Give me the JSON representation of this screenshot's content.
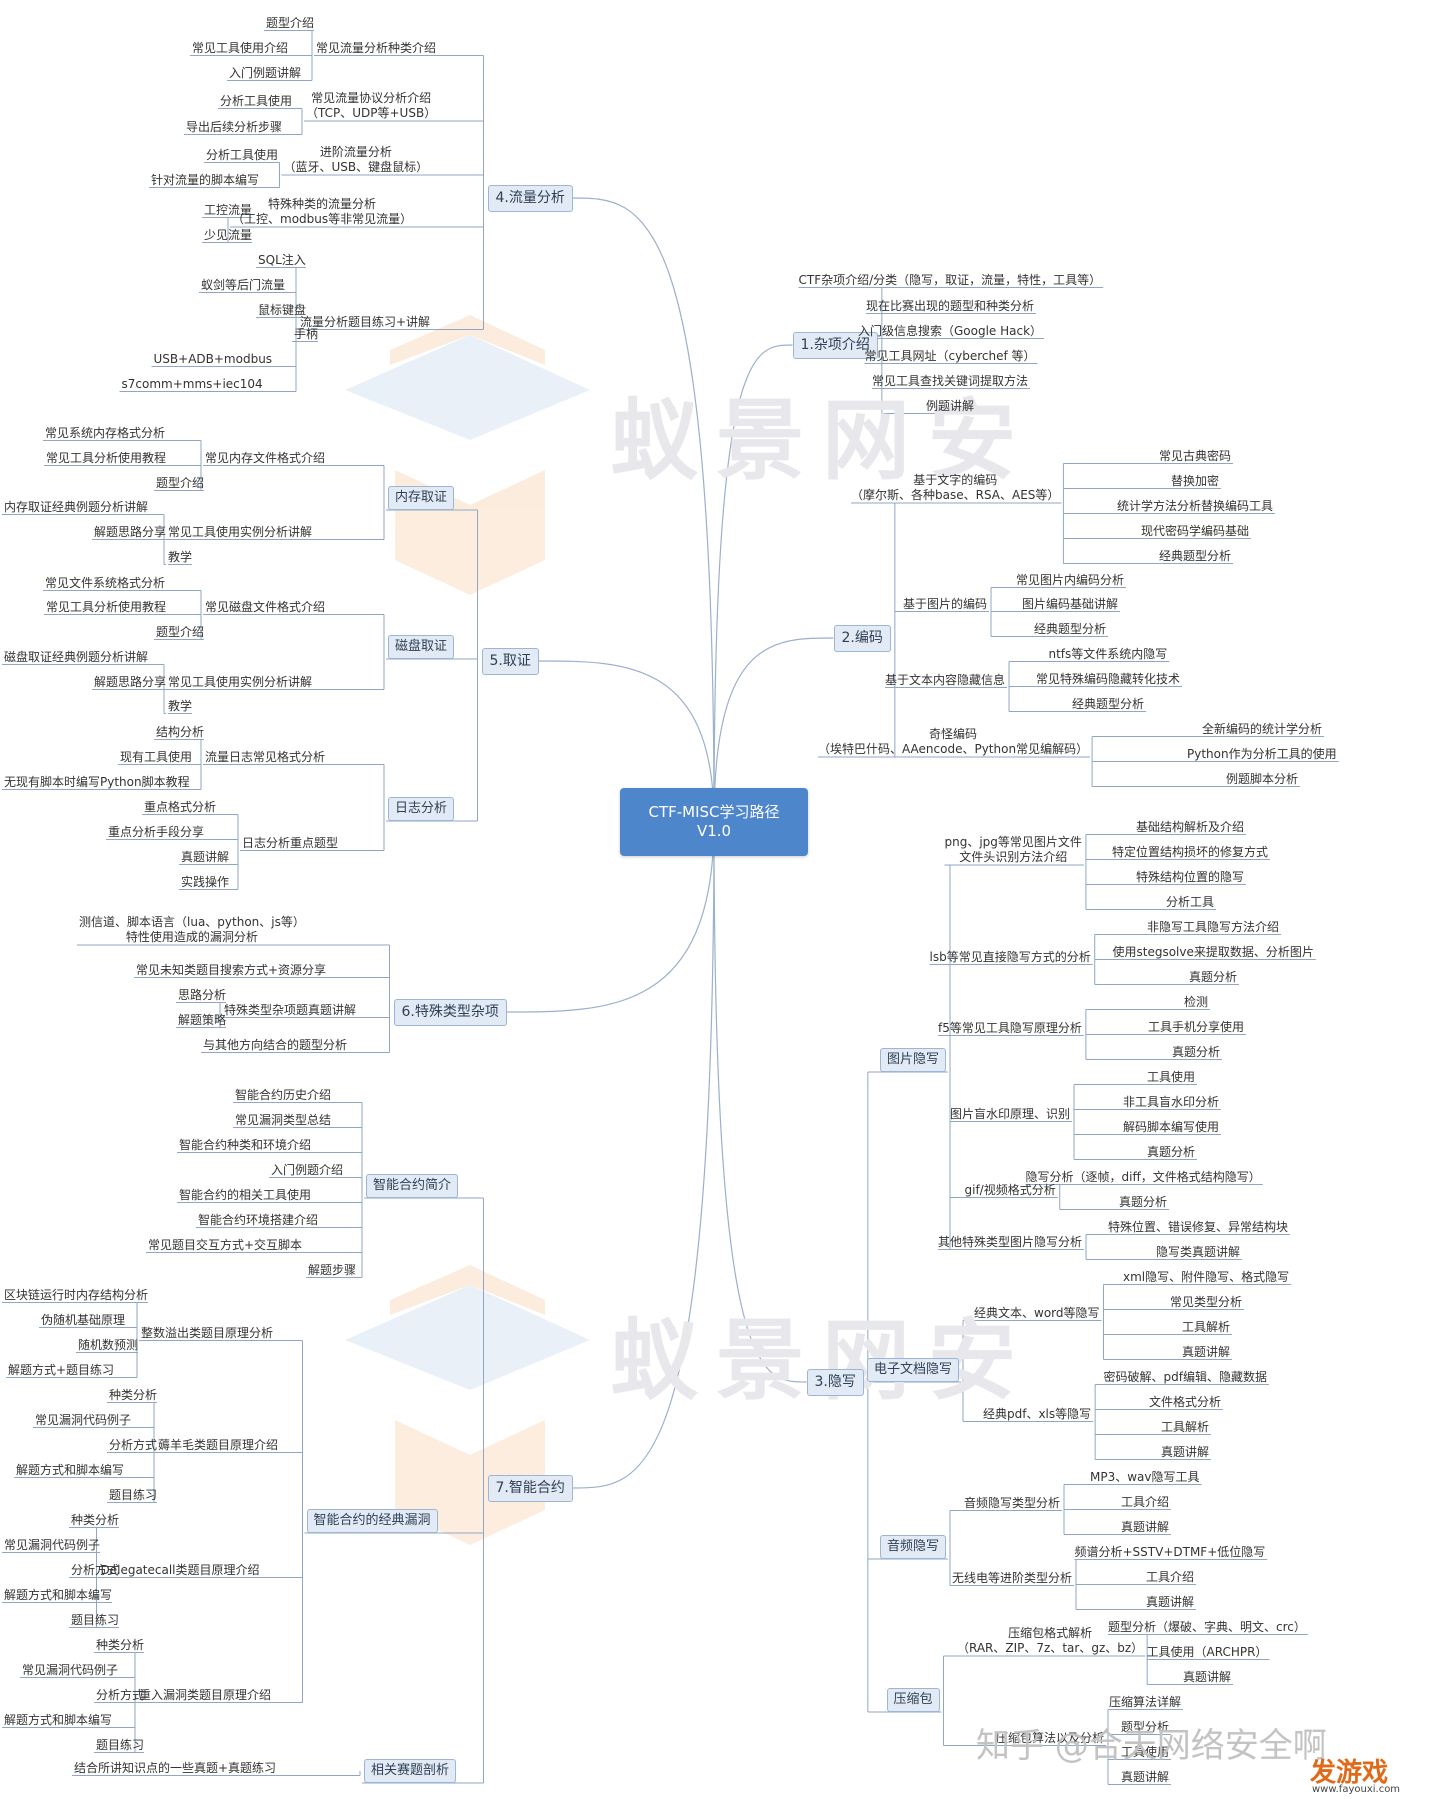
{
  "root": {
    "line1": "CTF-MISC学习路径",
    "line2": "V1.0"
  },
  "watermarks": {
    "text": "蚁景网安",
    "credit": "知乎 @合天网络安全啊",
    "site_logo": "发游戏",
    "site_url": "www.fayouxi.com"
  },
  "cats": [
    {
      "id": "c1",
      "label": "1.杂项介绍"
    },
    {
      "id": "c2",
      "label": "2.编码"
    },
    {
      "id": "c3",
      "label": "3.隐写"
    },
    {
      "id": "c4",
      "label": "4.流量分析"
    },
    {
      "id": "c5",
      "label": "5.取证"
    },
    {
      "id": "c6",
      "label": "6.特殊类型杂项"
    },
    {
      "id": "c7",
      "label": "7.智能合约"
    },
    {
      "id": "s51",
      "label": "内存取证"
    },
    {
      "id": "s52",
      "label": "磁盘取证"
    },
    {
      "id": "s53",
      "label": "日志分析"
    },
    {
      "id": "s31",
      "label": "图片隐写"
    },
    {
      "id": "s32",
      "label": "电子文档隐写"
    },
    {
      "id": "s33",
      "label": "音频隐写"
    },
    {
      "id": "s34",
      "label": "压缩包"
    },
    {
      "id": "s71",
      "label": "智能合约简介"
    },
    {
      "id": "s72",
      "label": "智能合约的经典漏洞"
    },
    {
      "id": "s73",
      "label": "相关赛题剖析"
    }
  ],
  "labels": [
    {
      "id": "a1",
      "text": "常见流量分析种类介绍"
    },
    {
      "id": "a1a",
      "text": "题型介绍"
    },
    {
      "id": "a1b",
      "text": "常见工具使用介绍"
    },
    {
      "id": "a1c",
      "text": "入门例题讲解"
    },
    {
      "id": "a2",
      "text": "常见流量协议分析介绍\n（TCP、UDP等+USB）"
    },
    {
      "id": "a2a",
      "text": "分析工具使用"
    },
    {
      "id": "a2b",
      "text": "导出后续分析步骤"
    },
    {
      "id": "a3",
      "text": "进阶流量分析\n（蓝牙、USB、键盘鼠标）"
    },
    {
      "id": "a3a",
      "text": "分析工具使用"
    },
    {
      "id": "a3b",
      "text": "针对流量的脚本编写"
    },
    {
      "id": "a4",
      "text": "特殊种类的流量分析\n（工控、modbus等非常见流量）"
    },
    {
      "id": "a4a",
      "text": "工控流量"
    },
    {
      "id": "a4b",
      "text": "少见流量"
    },
    {
      "id": "a5",
      "text": "流量分析题目练习+讲解"
    },
    {
      "id": "a5a",
      "text": "SQL注入"
    },
    {
      "id": "a5b",
      "text": "蚁剑等后门流量"
    },
    {
      "id": "a5c",
      "text": "鼠标键盘"
    },
    {
      "id": "a5d",
      "text": "手柄"
    },
    {
      "id": "a5e",
      "text": "USB+ADB+modbus"
    },
    {
      "id": "a5f",
      "text": "s7comm+mms+iec104"
    },
    {
      "id": "b1",
      "text": "常见内存文件格式介绍"
    },
    {
      "id": "b1a",
      "text": "常见系统内存格式分析"
    },
    {
      "id": "b1b",
      "text": "常见工具分析使用教程"
    },
    {
      "id": "b1c",
      "text": "题型介绍"
    },
    {
      "id": "b2",
      "text": "常见工具使用实例分析讲解"
    },
    {
      "id": "b2a",
      "text": "内存取证经典例题分析讲解"
    },
    {
      "id": "b2b",
      "text": "解题思路分享"
    },
    {
      "id": "b2c",
      "text": "教学"
    },
    {
      "id": "b3",
      "text": "常见磁盘文件格式介绍"
    },
    {
      "id": "b3a",
      "text": "常见文件系统格式分析"
    },
    {
      "id": "b3b",
      "text": "常见工具分析使用教程"
    },
    {
      "id": "b3c",
      "text": "题型介绍"
    },
    {
      "id": "b4",
      "text": "常见工具使用实例分析讲解"
    },
    {
      "id": "b4a",
      "text": "磁盘取证经典例题分析讲解"
    },
    {
      "id": "b4b",
      "text": "解题思路分享"
    },
    {
      "id": "b4c",
      "text": "教学"
    },
    {
      "id": "b5",
      "text": "流量日志常见格式分析"
    },
    {
      "id": "b5a",
      "text": "结构分析"
    },
    {
      "id": "b5b",
      "text": "现有工具使用"
    },
    {
      "id": "b5c",
      "text": "无现有脚本时编写Python脚本教程"
    },
    {
      "id": "b6",
      "text": "日志分析重点题型"
    },
    {
      "id": "b6a",
      "text": "重点格式分析"
    },
    {
      "id": "b6b",
      "text": "重点分析手段分享"
    },
    {
      "id": "b6c",
      "text": "真题讲解"
    },
    {
      "id": "b6d",
      "text": "实践操作"
    },
    {
      "id": "d1",
      "text": "测信道、脚本语言（lua、python、js等）\n特性使用造成的漏洞分析"
    },
    {
      "id": "d2",
      "text": "常见未知类题目搜索方式+资源分享"
    },
    {
      "id": "d3",
      "text": "特殊类型杂项题真题讲解"
    },
    {
      "id": "d3a",
      "text": "思路分析"
    },
    {
      "id": "d3b",
      "text": "解题策略"
    },
    {
      "id": "d4",
      "text": "与其他方向结合的题型分析"
    },
    {
      "id": "e1",
      "text": "智能合约历史介绍"
    },
    {
      "id": "e2",
      "text": "常见漏洞类型总结"
    },
    {
      "id": "e3",
      "text": "智能合约种类和环境介绍"
    },
    {
      "id": "e4",
      "text": "入门例题介绍"
    },
    {
      "id": "e5",
      "text": "智能合约的相关工具使用"
    },
    {
      "id": "e6",
      "text": "智能合约环境搭建介绍"
    },
    {
      "id": "e7",
      "text": "常见题目交互方式+交互脚本"
    },
    {
      "id": "e8",
      "text": "解题步骤"
    },
    {
      "id": "f1",
      "text": "整数溢出类题目原理分析"
    },
    {
      "id": "f1a",
      "text": "区块链运行时内存结构分析"
    },
    {
      "id": "f1b",
      "text": "伪随机基础原理"
    },
    {
      "id": "f1c",
      "text": "随机数预测"
    },
    {
      "id": "f1d",
      "text": "解题方式+题目练习"
    },
    {
      "id": "f2",
      "text": "薅羊毛类题目原理介绍"
    },
    {
      "id": "f2a",
      "text": "种类分析"
    },
    {
      "id": "f2b",
      "text": "常见漏洞代码例子"
    },
    {
      "id": "f2c",
      "text": "分析方式"
    },
    {
      "id": "f2d",
      "text": "解题方式和脚本编写"
    },
    {
      "id": "f2e",
      "text": "题目练习"
    },
    {
      "id": "f3",
      "text": "Delegatecall类题目原理介绍"
    },
    {
      "id": "f3a",
      "text": "种类分析"
    },
    {
      "id": "f3b",
      "text": "常见漏洞代码例子"
    },
    {
      "id": "f3c",
      "text": "分析方式"
    },
    {
      "id": "f3d",
      "text": "解题方式和脚本编写"
    },
    {
      "id": "f3e",
      "text": "题目练习"
    },
    {
      "id": "f4",
      "text": "重入漏洞类题目原理介绍"
    },
    {
      "id": "f4a",
      "text": "种类分析"
    },
    {
      "id": "f4b",
      "text": "常见漏洞代码例子"
    },
    {
      "id": "f4c",
      "text": "分析方式"
    },
    {
      "id": "f4d",
      "text": "解题方式和脚本编写"
    },
    {
      "id": "f4e",
      "text": "题目练习"
    },
    {
      "id": "g1",
      "text": "结合所讲知识点的一些真题+真题练习"
    },
    {
      "id": "h1",
      "text": "CTF杂项介绍/分类（隐写，取证，流量，特性，工具等）"
    },
    {
      "id": "h2",
      "text": "现在比赛出现的题型和种类分析"
    },
    {
      "id": "h3",
      "text": "入门级信息搜索（Google Hack）"
    },
    {
      "id": "h4",
      "text": "常见工具网址（cyberchef 等）"
    },
    {
      "id": "h5",
      "text": "常见工具查找关键词提取方法"
    },
    {
      "id": "h6",
      "text": "例题讲解"
    },
    {
      "id": "i1",
      "text": "基于文字的编码\n（摩尔斯、各种base、RSA、AES等）"
    },
    {
      "id": "i1a",
      "text": "常见古典密码"
    },
    {
      "id": "i1b",
      "text": "替换加密"
    },
    {
      "id": "i1c",
      "text": "统计学方法分析替换编码工具"
    },
    {
      "id": "i1d",
      "text": "现代密码学编码基础"
    },
    {
      "id": "i1e",
      "text": "经典题型分析"
    },
    {
      "id": "i2",
      "text": "基于图片的编码"
    },
    {
      "id": "i2a",
      "text": "常见图片内编码分析"
    },
    {
      "id": "i2b",
      "text": "图片编码基础讲解"
    },
    {
      "id": "i2c",
      "text": "经典题型分析"
    },
    {
      "id": "i3",
      "text": "基于文本内容隐藏信息"
    },
    {
      "id": "i3a",
      "text": "ntfs等文件系统内隐写"
    },
    {
      "id": "i3b",
      "text": "常见特殊编码隐藏转化技术"
    },
    {
      "id": "i3c",
      "text": "经典题型分析"
    },
    {
      "id": "i4",
      "text": "奇怪编码\n（埃特巴什码、AAencode、Python常见编解码）"
    },
    {
      "id": "i4a",
      "text": "全新编码的统计学分析"
    },
    {
      "id": "i4b",
      "text": "Python作为分析工具的使用"
    },
    {
      "id": "i4c",
      "text": "例题脚本分析"
    },
    {
      "id": "j1",
      "text": "png、jpg等常见图片文件\n文件头识别方法介绍"
    },
    {
      "id": "j1a",
      "text": "基础结构解析及介绍"
    },
    {
      "id": "j1b",
      "text": "特定位置结构损坏的修复方式"
    },
    {
      "id": "j1c",
      "text": "特殊结构位置的隐写"
    },
    {
      "id": "j1d",
      "text": "分析工具"
    },
    {
      "id": "j2",
      "text": "lsb等常见直接隐写方式的分析"
    },
    {
      "id": "j2a",
      "text": "非隐写工具隐写方法介绍"
    },
    {
      "id": "j2b",
      "text": "使用stegsolve来提取数据、分析图片"
    },
    {
      "id": "j2c",
      "text": "真题分析"
    },
    {
      "id": "j3",
      "text": "f5等常见工具隐写原理分析"
    },
    {
      "id": "j3a",
      "text": "检测"
    },
    {
      "id": "j3b",
      "text": "工具手机分享使用"
    },
    {
      "id": "j3c",
      "text": "真题分析"
    },
    {
      "id": "j4",
      "text": "图片盲水印原理、识别"
    },
    {
      "id": "j4a",
      "text": "工具使用"
    },
    {
      "id": "j4b",
      "text": "非工具盲水印分析"
    },
    {
      "id": "j4c",
      "text": "解码脚本编写使用"
    },
    {
      "id": "j4d",
      "text": "真题分析"
    },
    {
      "id": "j5",
      "text": "gif/视频格式分析"
    },
    {
      "id": "j5a",
      "text": "隐写分析（逐帧，diff，文件格式结构隐写）"
    },
    {
      "id": "j5b",
      "text": "真题分析"
    },
    {
      "id": "j6",
      "text": "其他特殊类型图片隐写分析"
    },
    {
      "id": "j6a",
      "text": "特殊位置、错误修复、异常结构块"
    },
    {
      "id": "j6b",
      "text": "隐写类真题讲解"
    },
    {
      "id": "k1",
      "text": "经典文本、word等隐写"
    },
    {
      "id": "k1a",
      "text": "xml隐写、附件隐写、格式隐写"
    },
    {
      "id": "k1b",
      "text": "常见类型分析"
    },
    {
      "id": "k1c",
      "text": "工具解析"
    },
    {
      "id": "k1d",
      "text": "真题讲解"
    },
    {
      "id": "k2",
      "text": "经典pdf、xls等隐写"
    },
    {
      "id": "k2a",
      "text": "密码破解、pdf编辑、隐藏数据"
    },
    {
      "id": "k2b",
      "text": "文件格式分析"
    },
    {
      "id": "k2c",
      "text": "工具解析"
    },
    {
      "id": "k2d",
      "text": "真题讲解"
    },
    {
      "id": "l1",
      "text": "音频隐写类型分析"
    },
    {
      "id": "l1a",
      "text": "MP3、wav隐写工具"
    },
    {
      "id": "l1b",
      "text": "工具介绍"
    },
    {
      "id": "l1c",
      "text": "真题讲解"
    },
    {
      "id": "l2",
      "text": "无线电等进阶类型分析"
    },
    {
      "id": "l2a",
      "text": "频谱分析+SSTV+DTMF+低位隐写"
    },
    {
      "id": "l2b",
      "text": "工具介绍"
    },
    {
      "id": "l2c",
      "text": "真题讲解"
    },
    {
      "id": "m1",
      "text": "压缩包格式解析\n（RAR、ZIP、7z、tar、gz、bz）"
    },
    {
      "id": "m1a",
      "text": "题型分析（爆破、字典、明文、crc）"
    },
    {
      "id": "m1b",
      "text": "工具使用（ARCHPR）"
    },
    {
      "id": "m1c",
      "text": "真题讲解"
    },
    {
      "id": "m2",
      "text": "压缩包算法以及分析"
    },
    {
      "id": "m2a",
      "text": "压缩算法详解"
    },
    {
      "id": "m2b",
      "text": "题型分析"
    },
    {
      "id": "m2c",
      "text": "工具使用"
    },
    {
      "id": "m2d",
      "text": "真题讲解"
    }
  ]
}
